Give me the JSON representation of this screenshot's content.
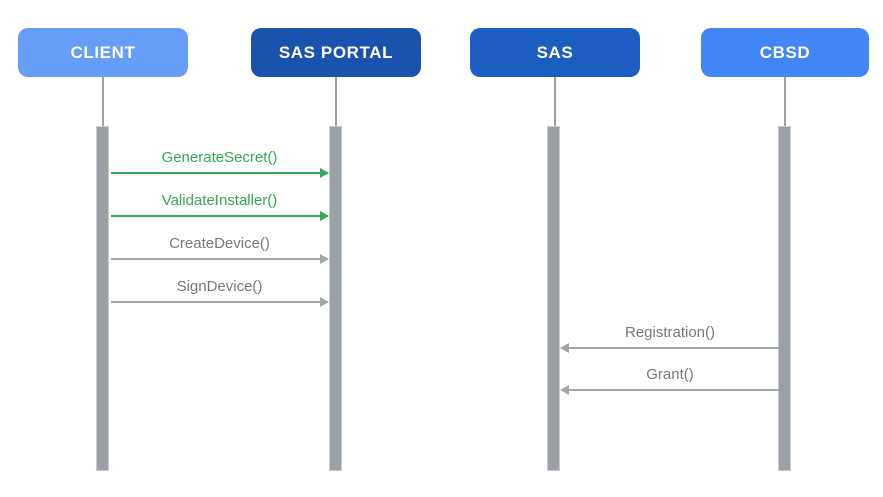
{
  "diagram": {
    "type": "sequence",
    "background": "#FFFFFF",
    "actors": [
      {
        "id": "client",
        "label": "CLIENT",
        "color": "#669DF6"
      },
      {
        "id": "sas-portal",
        "label": "SAS PORTAL",
        "color": "#1A53AD"
      },
      {
        "id": "sas",
        "label": "SAS",
        "color": "#1C5DC2"
      },
      {
        "id": "cbsd",
        "label": "CBSD",
        "color": "#4285F4"
      }
    ],
    "lifeline_color": "#9AA0A6",
    "message_colors": {
      "highlight": "#34A853",
      "normal": "#9AA0A6"
    },
    "messages": [
      {
        "label": "GenerateSecret()",
        "from": "CLIENT",
        "to": "SAS PORTAL",
        "direction": "right",
        "style": "green"
      },
      {
        "label": "ValidateInstaller()",
        "from": "CLIENT",
        "to": "SAS PORTAL",
        "direction": "right",
        "style": "green"
      },
      {
        "label": "CreateDevice()",
        "from": "CLIENT",
        "to": "SAS PORTAL",
        "direction": "right",
        "style": "gray"
      },
      {
        "label": "SignDevice()",
        "from": "CLIENT",
        "to": "SAS PORTAL",
        "direction": "right",
        "style": "gray"
      },
      {
        "label": "Registration()",
        "from": "CBSD",
        "to": "SAS",
        "direction": "left",
        "style": "gray"
      },
      {
        "label": "Grant()",
        "from": "CBSD",
        "to": "SAS",
        "direction": "left",
        "style": "gray"
      }
    ]
  }
}
